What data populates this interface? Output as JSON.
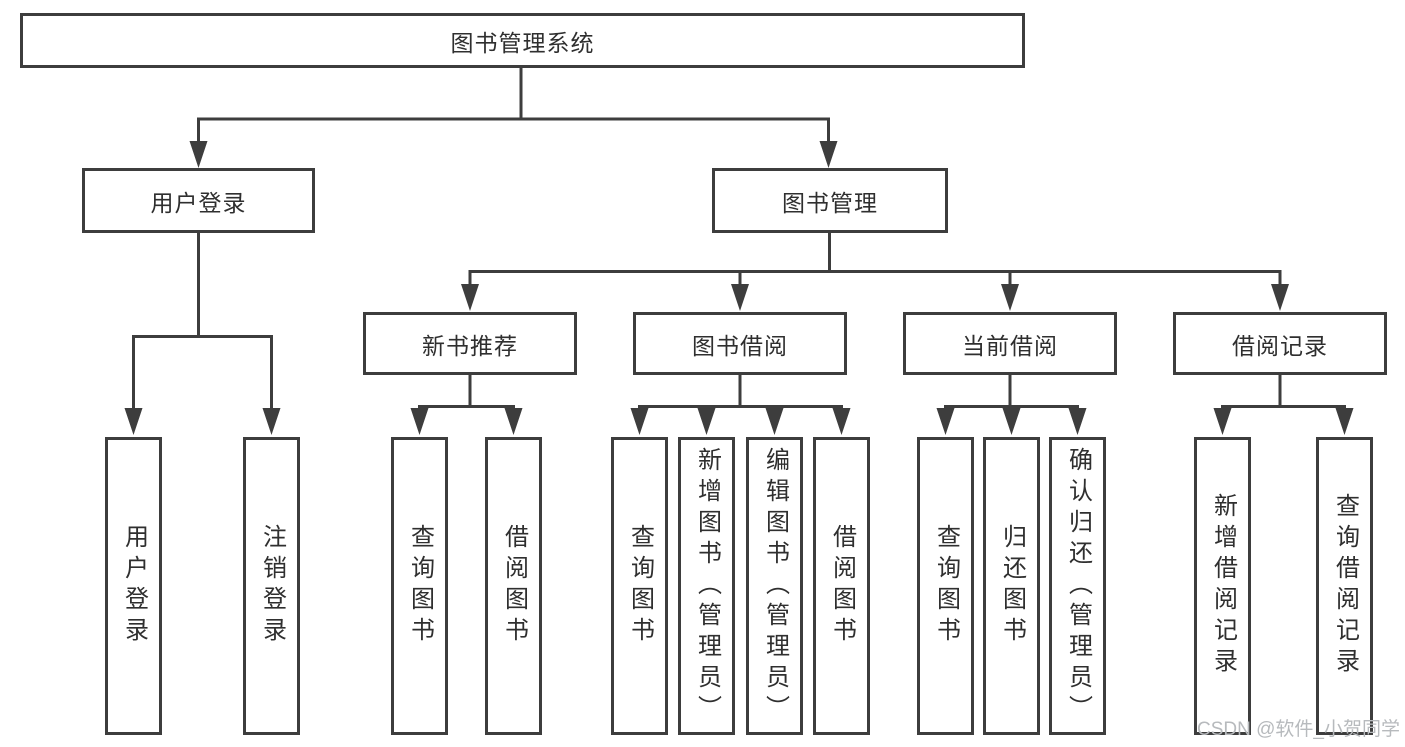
{
  "root": {
    "label": "图书管理系统"
  },
  "tree": {
    "user_login": {
      "label": "用户登录",
      "children": [
        {
          "label": "用户登录"
        },
        {
          "label": "注销登录"
        }
      ]
    },
    "book_management": {
      "label": "图书管理",
      "children": [
        {
          "label": "新书推荐",
          "children": [
            {
              "label": "查询图书"
            },
            {
              "label": "借阅图书"
            }
          ]
        },
        {
          "label": "图书借阅",
          "children": [
            {
              "label": "查询图书"
            },
            {
              "label": "新增图书（管理员）"
            },
            {
              "label": "编辑图书（管理员）"
            },
            {
              "label": "借阅图书"
            }
          ]
        },
        {
          "label": "当前借阅",
          "children": [
            {
              "label": "查询图书"
            },
            {
              "label": "归还图书"
            },
            {
              "label": "确认归还（管理员）"
            }
          ]
        },
        {
          "label": "借阅记录",
          "children": [
            {
              "label": "新增借阅记录"
            },
            {
              "label": "查询借阅记录"
            }
          ]
        }
      ]
    }
  },
  "watermark": {
    "text": "CSDN @软件_小贺同学"
  },
  "colors": {
    "line": "#3d3d3d",
    "text": "#2f2f2f",
    "watermark": "#b7babd",
    "background": "#ffffff"
  }
}
